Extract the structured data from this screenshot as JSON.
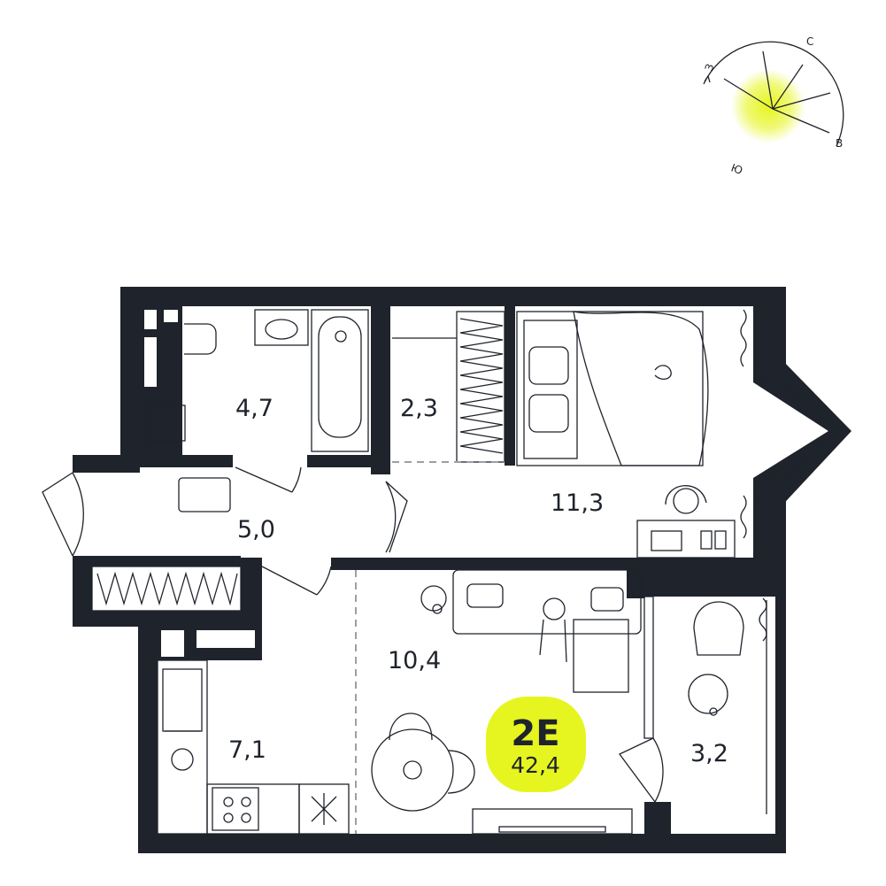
{
  "colors": {
    "wall": "#1f232b",
    "accent": "#e6f51f",
    "background": "#ffffff"
  },
  "compass": {
    "north": "С",
    "east": "В",
    "south": "Ю",
    "west": "З"
  },
  "rooms": [
    {
      "id": "bathroom",
      "area": "4,7"
    },
    {
      "id": "wardrobe",
      "area": "2,3"
    },
    {
      "id": "bedroom",
      "area": "11,3"
    },
    {
      "id": "hallway",
      "area": "5,0"
    },
    {
      "id": "living-room",
      "area": "10,4"
    },
    {
      "id": "kitchen",
      "area": "7,1"
    },
    {
      "id": "balcony",
      "area": "3,2"
    }
  ],
  "unit": {
    "code": "2Е",
    "total_area": "42,4"
  }
}
